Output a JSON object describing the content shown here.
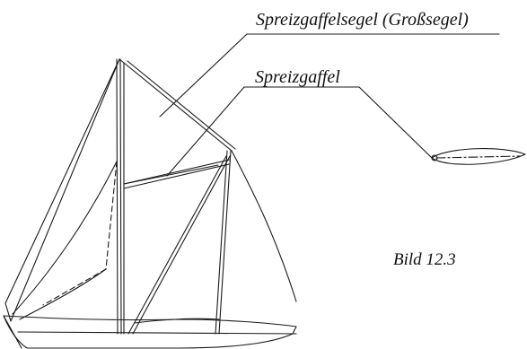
{
  "labels": {
    "mainsail": "Spreizgaffelsegel (Großsegel)",
    "gaff": "Spreizgaffel",
    "figure": "Bild 12.3"
  },
  "colors": {
    "line": "#1a1a1a",
    "background": "#ffffff"
  }
}
